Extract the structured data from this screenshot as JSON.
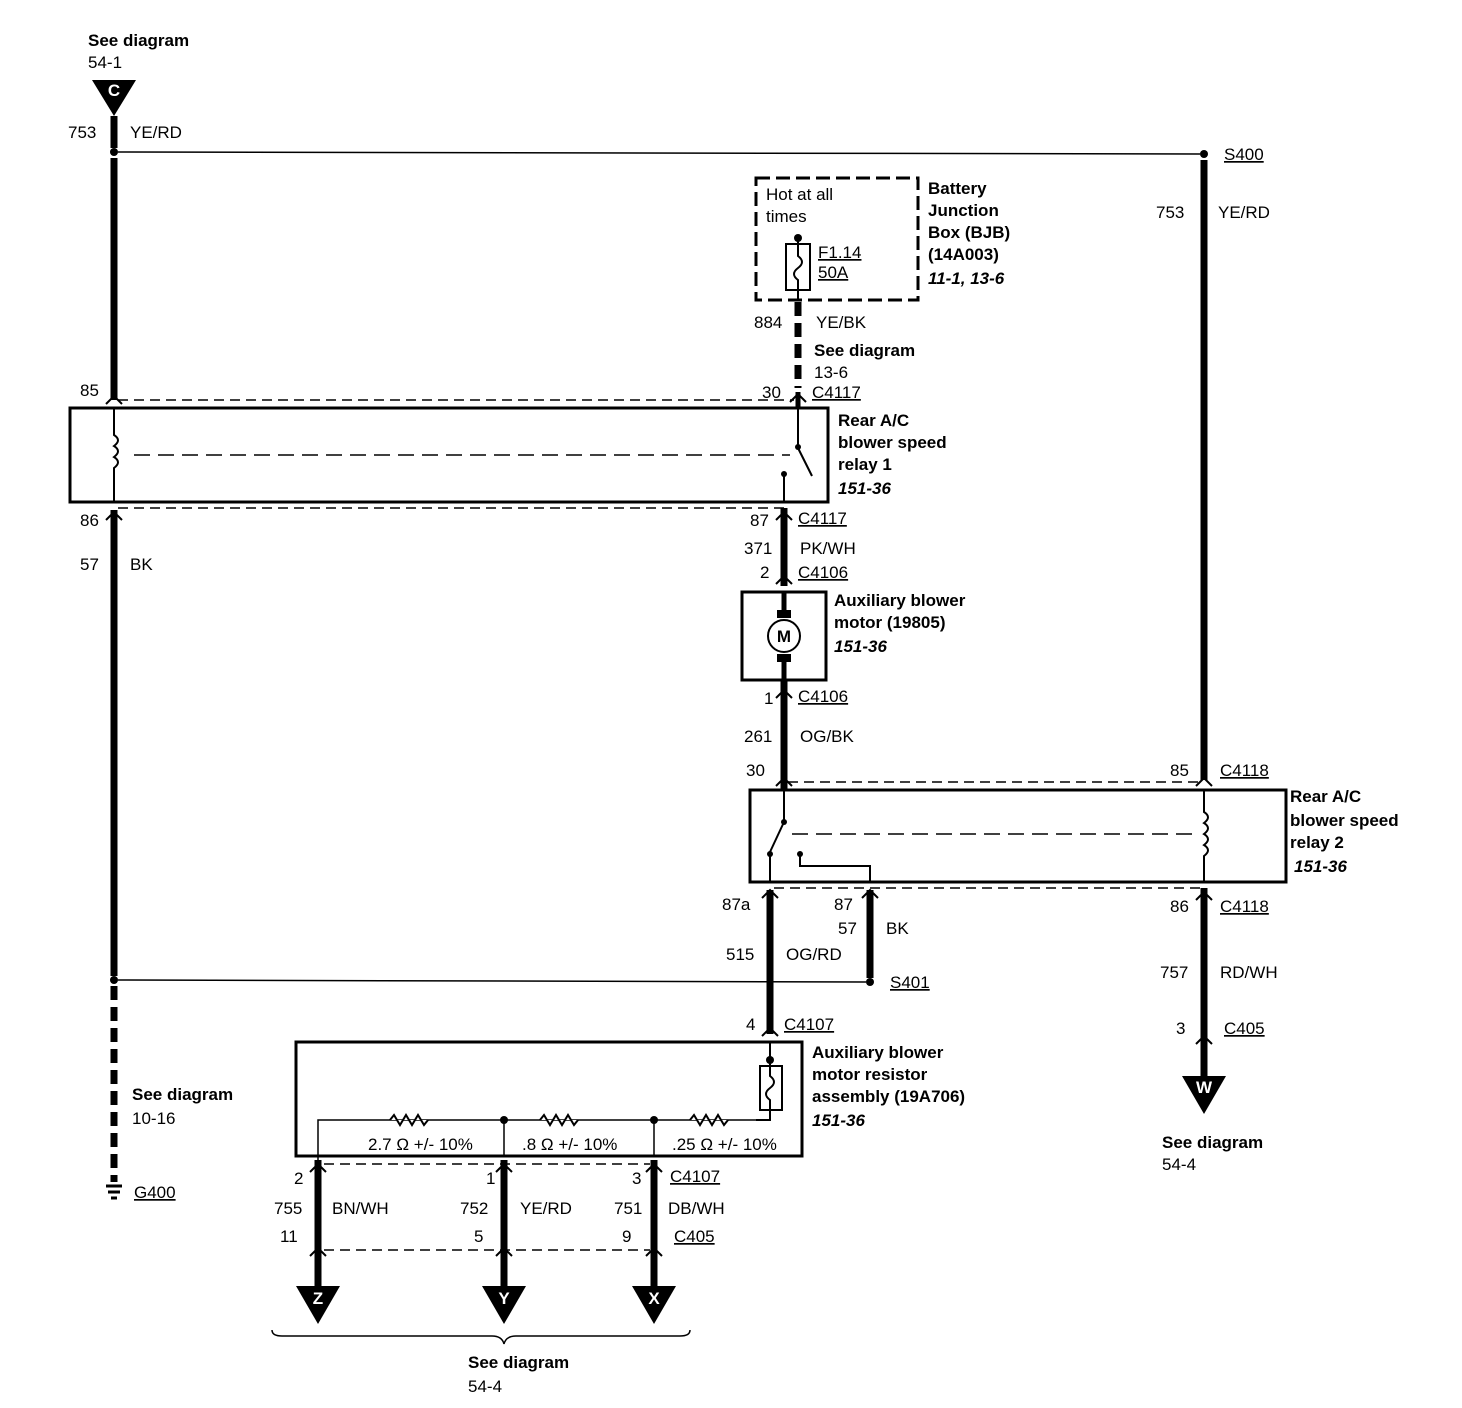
{
  "references": {
    "top": {
      "label": "See diagram",
      "page": "54-1"
    },
    "fuse_feed": {
      "label": "See diagram",
      "page": "13-6"
    },
    "ground": {
      "label": "See diagram",
      "page": "10-16"
    },
    "right_bottom": {
      "label": "See diagram",
      "page": "54-4"
    },
    "bottom": {
      "label": "See diagram",
      "page": "54-4"
    }
  },
  "connector_arrows": {
    "c": "C",
    "w": "W",
    "z": "Z",
    "y": "Y",
    "x": "X"
  },
  "splices": {
    "s400": "S400",
    "s401": "S401"
  },
  "ground": {
    "g400": "G400"
  },
  "bjb": {
    "title": [
      "Battery",
      "Junction",
      "Box (BJB)",
      "(14A003)"
    ],
    "ref": "11-1, 13-6",
    "hot_text": [
      "Hot at all",
      "times"
    ],
    "fuse_id": "F1.14",
    "fuse_rating": "50A"
  },
  "relay1": {
    "title": [
      "Rear A/C",
      "blower speed",
      "relay 1"
    ],
    "ref": "151-36",
    "connector": "C4117",
    "pins": {
      "p85": "85",
      "p30": "30",
      "p86": "86",
      "p87": "87"
    }
  },
  "relay2": {
    "title": [
      "Rear A/C",
      "blower speed",
      "relay 2"
    ],
    "ref": "151-36",
    "connector": "C4118",
    "pins": {
      "p30": "30",
      "p85": "85",
      "p87a": "87a",
      "p87": "87",
      "p86": "86"
    }
  },
  "motor": {
    "title": [
      "Auxiliary blower",
      "motor (19805)"
    ],
    "ref": "151-36",
    "symbol": "M",
    "connector": "C4106",
    "pins": {
      "p2": "2",
      "p1": "1"
    }
  },
  "resistor_assy": {
    "title": [
      "Auxiliary blower",
      "motor resistor",
      "assembly (19A706)"
    ],
    "ref": "151-36",
    "connector": "C4107",
    "pin_top": "4",
    "pins": {
      "p2": "2",
      "p1": "1",
      "p3": "3"
    },
    "resistors": [
      "2.7 Ω +/- 10%",
      ".8 Ω +/- 10%",
      ".25 Ω +/- 10%"
    ]
  },
  "c405": {
    "connector": "C405",
    "pins": {
      "p11": "11",
      "p5": "5",
      "p9": "9",
      "p3": "3"
    }
  },
  "wires": {
    "w753_left": {
      "circuit": "753",
      "color": "YE/RD"
    },
    "w753_right": {
      "circuit": "753",
      "color": "YE/RD"
    },
    "w884": {
      "circuit": "884",
      "color": "YE/BK"
    },
    "w57_left": {
      "circuit": "57",
      "color": "BK"
    },
    "w371": {
      "circuit": "371",
      "color": "PK/WH"
    },
    "w261": {
      "circuit": "261",
      "color": "OG/BK"
    },
    "w57_mid": {
      "circuit": "57",
      "color": "BK"
    },
    "w515": {
      "circuit": "515",
      "color": "OG/RD"
    },
    "w757": {
      "circuit": "757",
      "color": "RD/WH"
    },
    "w755": {
      "circuit": "755",
      "color": "BN/WH"
    },
    "w752": {
      "circuit": "752",
      "color": "YE/RD"
    },
    "w751": {
      "circuit": "751",
      "color": "DB/WH"
    }
  }
}
